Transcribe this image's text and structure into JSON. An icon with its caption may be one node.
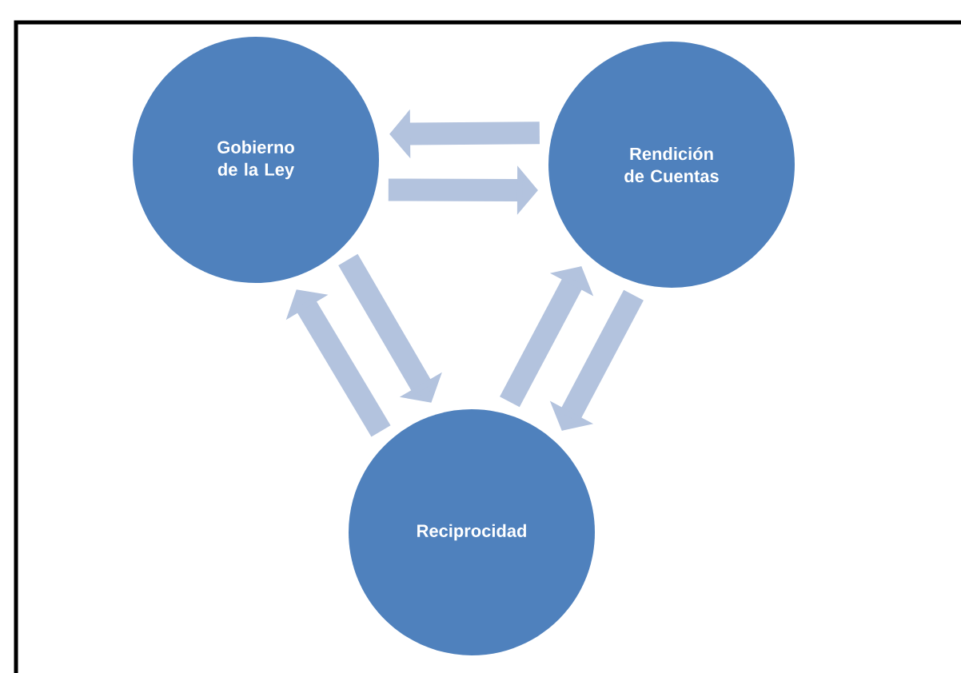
{
  "diagram": {
    "nodes": [
      {
        "text": [
          "Gobierno de la Ley"
        ]
      },
      {
        "text": [
          "Rendición de Cuentas"
        ]
      },
      {
        "text": [
          "Reciprocidad"
        ]
      }
    ],
    "edges": [
      {
        "from": 1,
        "to": 0,
        "arrow": "to"
      },
      {
        "from": 0,
        "to": 1,
        "arrow": "to"
      },
      {
        "from": 0,
        "to": 2,
        "arrow": "to"
      },
      {
        "from": 2,
        "to": 0,
        "arrow": "to"
      },
      {
        "from": 1,
        "to": 2,
        "arrow": "to"
      },
      {
        "from": 2,
        "to": 1,
        "arrow": "to"
      }
    ]
  }
}
